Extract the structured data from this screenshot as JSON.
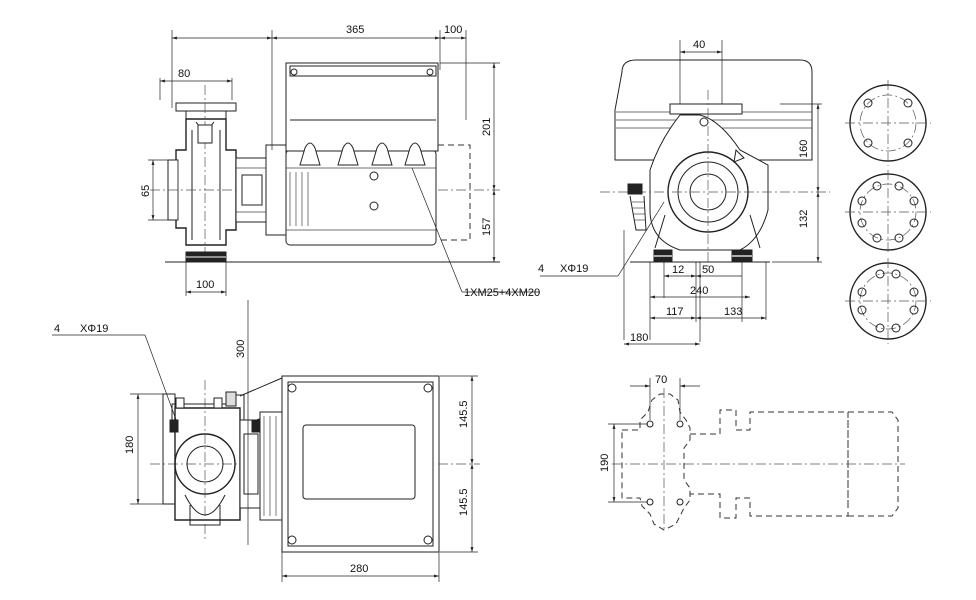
{
  "dimensions": {
    "d365": "365",
    "d100_top": "100",
    "d80": "80",
    "d201": "201",
    "d157": "157",
    "d65": "65",
    "d100_bottom": "100",
    "cable_gland": "1XM25+4XM20",
    "d40": "40",
    "d160": "160",
    "d132": "132",
    "hole_count_right": "4",
    "hole_dia_right": "XΦ19",
    "d12": "12",
    "d50": "50",
    "d240": "240",
    "d117": "117",
    "d133": "133",
    "d180_right": "180",
    "hole_count_left": "4",
    "hole_dia_left": "XΦ19",
    "d300": "300",
    "d180_left": "180",
    "d145_top": "145.5",
    "d145_bottom": "145.5",
    "d280": "280",
    "d70": "70",
    "d190": "190"
  }
}
